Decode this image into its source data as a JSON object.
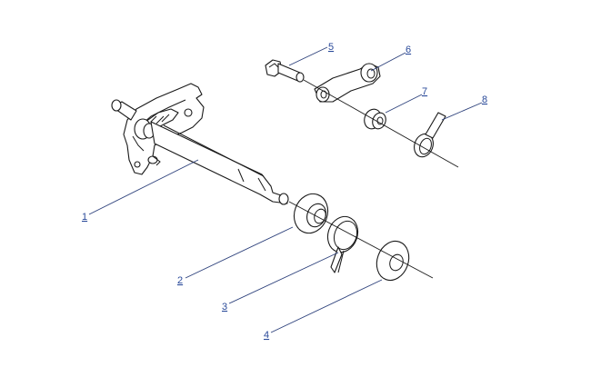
{
  "callouts": [
    {
      "label": "1"
    },
    {
      "label": "2"
    },
    {
      "label": "3"
    },
    {
      "label": "4"
    },
    {
      "label": "5"
    },
    {
      "label": "6"
    },
    {
      "label": "7"
    },
    {
      "label": "8"
    }
  ],
  "colors": {
    "line": "#1a1a1a",
    "leader": "#2b3f7a",
    "callout_text": "#2a4a9a",
    "background": "#ffffff"
  }
}
